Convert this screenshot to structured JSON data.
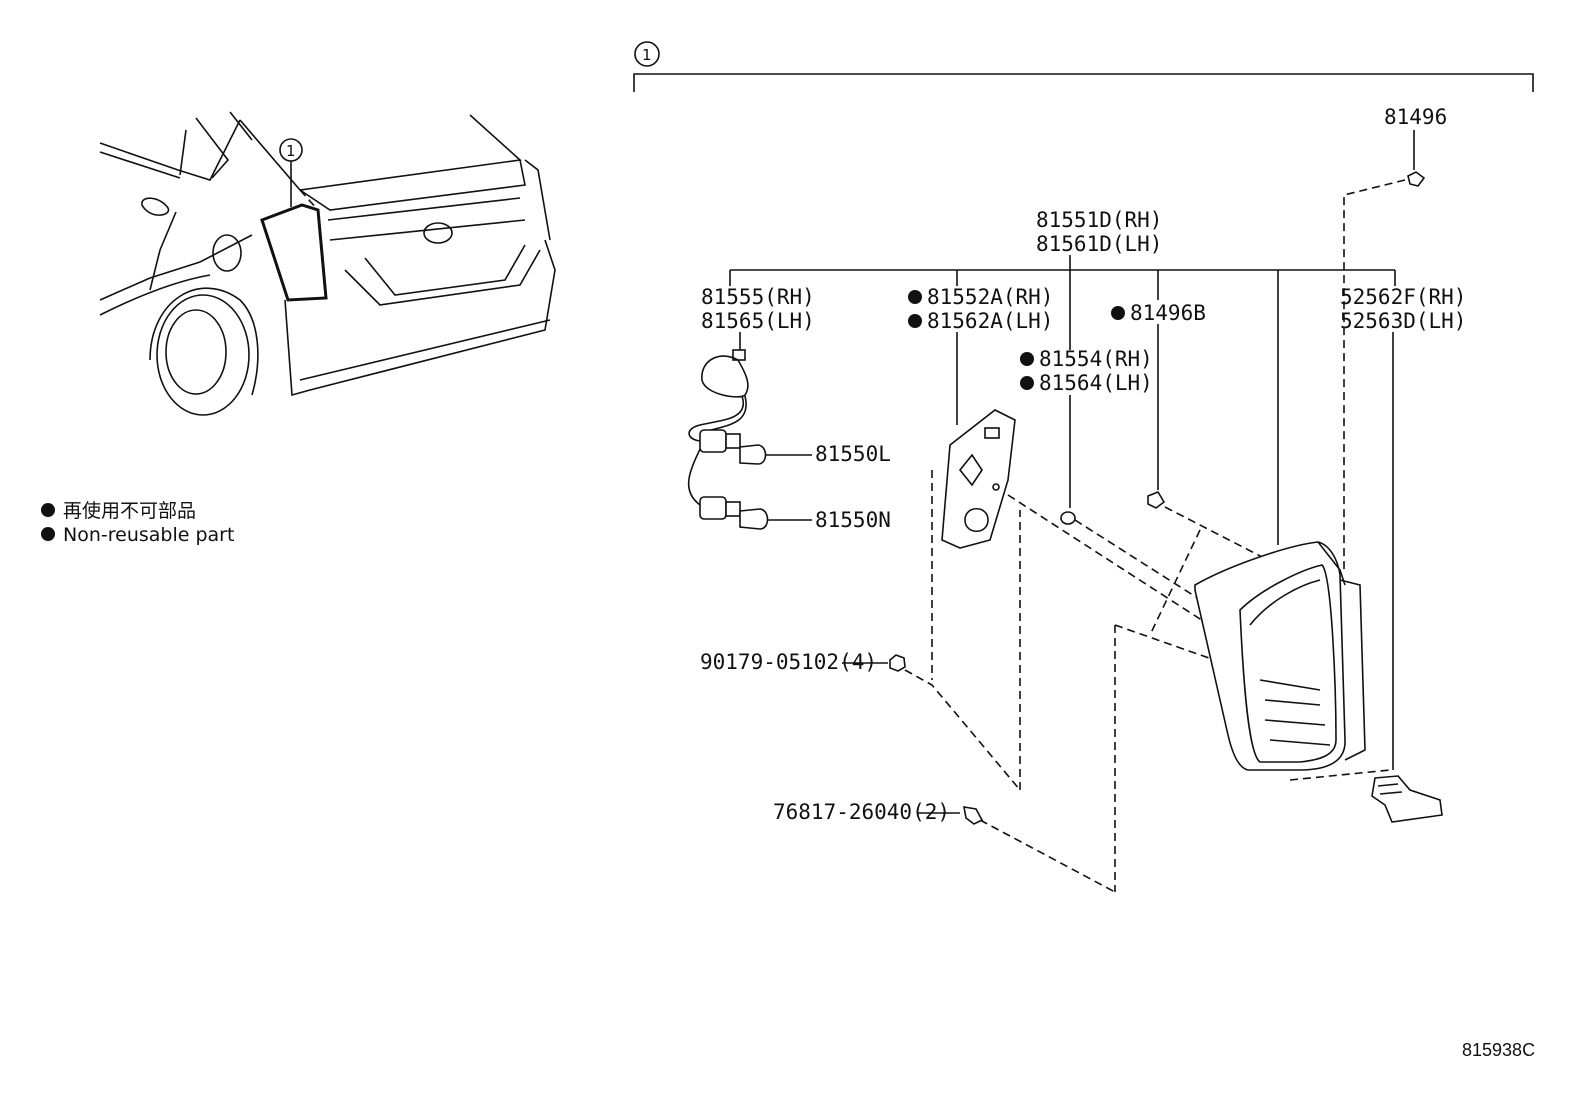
{
  "callout_marker": "1",
  "parts": {
    "p81496": "81496",
    "p81551D": "81551D(RH)",
    "p81561D": "81561D(LH)",
    "p81555": "81555(RH)",
    "p81565": "81565(LH)",
    "p81552A": "81552A(RH)",
    "p81562A": "81562A(LH)",
    "p81496B": "81496B",
    "p52562F": "52562F(RH)",
    "p52563D": "52563D(LH)",
    "p81554": "81554(RH)",
    "p81564": "81564(LH)",
    "p81550L": "81550L",
    "p81550N": "81550N",
    "p90179": "90179-05102(4)",
    "p76817": "76817-26040(2)"
  },
  "legend": {
    "japanese": "再使用不可部品",
    "english": "Non-reusable part"
  },
  "illustration_code": "815938C"
}
